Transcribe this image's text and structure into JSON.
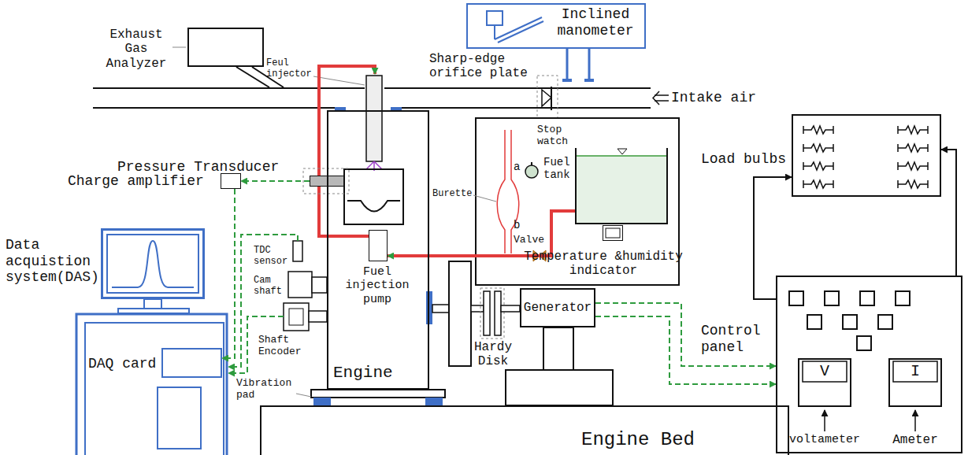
{
  "diagram": {
    "nodes": [
      {
        "text": [
          "Exhaust Gas Analyzer"
        ]
      },
      {
        "text": [
          "Inclined manometer"
        ]
      },
      {
        "text": [
          "Pressure Transducer"
        ]
      },
      {
        "text": [
          "Charge amplifier"
        ]
      },
      {
        "text": [
          "Fuel tank"
        ]
      },
      {
        "text": [
          "Temperature &humidity indicator"
        ]
      },
      {
        "text": [
          "Load bulbs"
        ]
      },
      {
        "text": [
          "Data acquistion system(DAS)"
        ]
      },
      {
        "text": [
          "Engine"
        ]
      },
      {
        "text": [
          "Fuel injection pump"
        ],
        "in": 8
      },
      {
        "text": [
          "Generator"
        ]
      },
      {
        "text": [
          "Control panel"
        ]
      },
      {
        "text": [
          "V",
          "voltameter"
        ],
        "in": 11
      },
      {
        "text": [
          "I",
          "Ameter"
        ],
        "in": 11
      },
      {
        "text": [
          "DAQ card"
        ]
      },
      {
        "text": [
          "Engine Bed"
        ]
      }
    ],
    "edges": [
      {
        "from": 2,
        "to": 3,
        "arrow": "to"
      },
      {
        "from": 3,
        "to": 14,
        "arrow": "to"
      },
      {
        "from": 4,
        "to": 9,
        "arrow": "to"
      },
      {
        "from": 10,
        "to": 11,
        "arrow": "to"
      },
      {
        "from": 10,
        "to": 11,
        "arrow": "to"
      },
      {
        "from": 11,
        "to": 6,
        "arrow": "to"
      },
      {
        "from": 11,
        "to": 6,
        "arrow": "to"
      }
    ],
    "labels": [
      "Sharp-edge orifice plate",
      "Intake air",
      "Feul injector",
      "Stop watch",
      "a",
      "Burette",
      "b",
      "Valve",
      "TDC sensor",
      "Cam shaft",
      "Shaft Encoder",
      "Hardy Disk",
      "Vibration pad"
    ]
  }
}
